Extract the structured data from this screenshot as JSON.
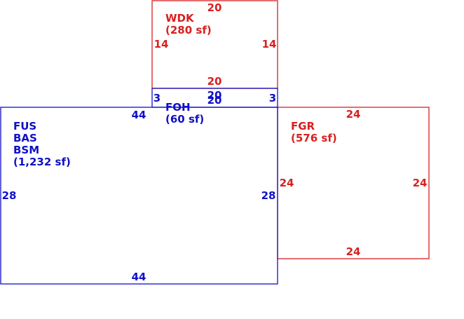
{
  "colors": {
    "blue": "#1010c8",
    "red": "#d82020",
    "background": "#ffffff"
  },
  "areas": {
    "wdk": {
      "lines": [
        "WDK",
        "(280 sf)"
      ],
      "dims": {
        "top": "20",
        "bottom": "20",
        "left": "14",
        "right": "14"
      }
    },
    "foh": {
      "lines": [
        "FOH",
        "(60 sf)"
      ],
      "dims": {
        "top": "20",
        "bottom": "20",
        "left": "3",
        "right": "3"
      }
    },
    "main": {
      "lines": [
        "FUS",
        "BAS",
        "BSM",
        "(1,232 sf)"
      ],
      "dims": {
        "top": "44",
        "bottom": "44",
        "left": "28",
        "right": "28"
      }
    },
    "fgr": {
      "lines": [
        "FGR",
        "(576 sf)"
      ],
      "dims": {
        "top": "24",
        "bottom": "24",
        "left": "24",
        "right": "24"
      }
    }
  }
}
